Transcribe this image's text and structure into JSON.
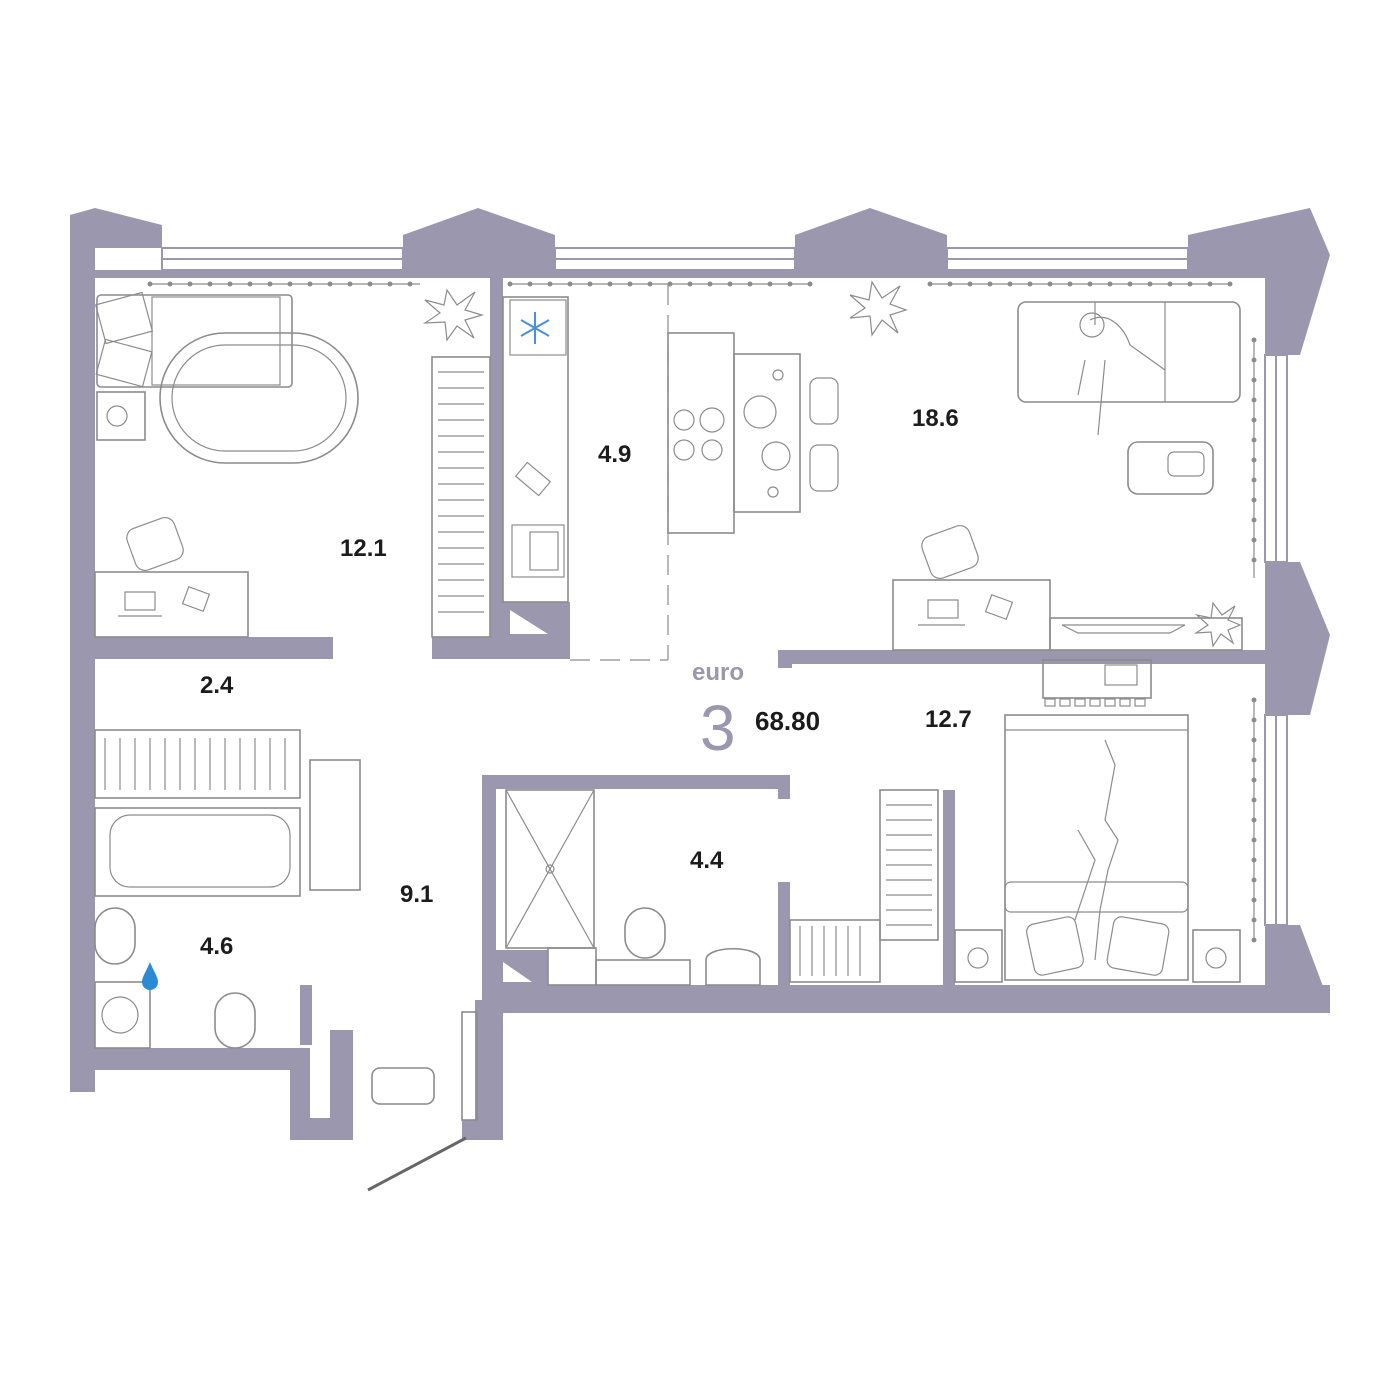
{
  "plan": {
    "type_word": "euro",
    "rooms_count": "3",
    "total_area": "68.80"
  },
  "rooms": [
    {
      "id": "bedroom-left",
      "area": "12.1"
    },
    {
      "id": "wardrobe",
      "area": "2.4"
    },
    {
      "id": "kitchen",
      "area": "4.9"
    },
    {
      "id": "living-room",
      "area": "18.6"
    },
    {
      "id": "bedroom-right",
      "area": "12.7"
    },
    {
      "id": "hallway",
      "area": "9.1"
    },
    {
      "id": "bathroom-left",
      "area": "4.6"
    },
    {
      "id": "bathroom-center",
      "area": "4.4"
    }
  ],
  "colors": {
    "wall": "#9a97ae",
    "furniture_line": "#8c8c8c",
    "fridge_icon": "#4a90d9",
    "water_icon": "#2a8ad6"
  }
}
